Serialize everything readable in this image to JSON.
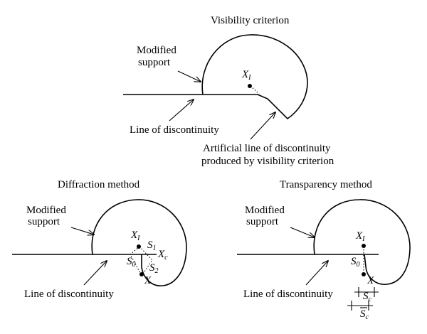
{
  "top": {
    "title": "Visibility criterion",
    "modified_support_1": "Modified",
    "modified_support_2": "support",
    "xi_main": "X",
    "xi_sub": "I",
    "line_label": "Line of discontinuity",
    "artificial_1": "Artificial line of discontinuity",
    "artificial_2": "produced by visibility criterion"
  },
  "left": {
    "title": "Diffraction method",
    "modified_support_1": "Modified",
    "modified_support_2": "support",
    "xi_main": "X",
    "xi_sub": "I",
    "xc_main": "X",
    "xc_sub": "c",
    "s0_main": "S",
    "s0_sub": "0",
    "s1_main": "S",
    "s1_sub": "1",
    "s2_main": "S",
    "s2_sub": "2",
    "x_label": "X",
    "line_label": "Line of discontinuity"
  },
  "right": {
    "title": "Transparency method",
    "modified_support_1": "Modified",
    "modified_support_2": "support",
    "xi_main": "X",
    "xi_sub": "I",
    "s0_main": "S",
    "s0_sub": "0",
    "x_label": "X",
    "line_label": "Line of discontinuity",
    "sc_main": "S",
    "sc_sub": "c",
    "sc_bar_main": "S",
    "sc_bar_sub": "c"
  }
}
